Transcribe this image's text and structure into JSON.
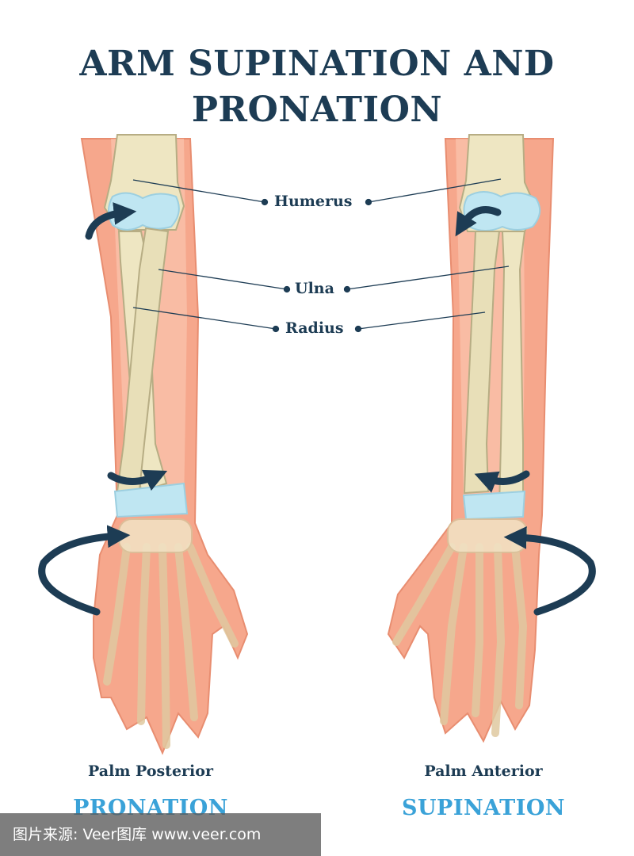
{
  "title": {
    "line1": "ARM SUPINATION AND",
    "line2": "PRONATION"
  },
  "labels": {
    "humerus": "Humerus",
    "ulna": "Ulna",
    "radius": "Radius"
  },
  "left": {
    "caption": "Palm Posterior",
    "motion": "PRONATION"
  },
  "right": {
    "caption": "Palm Anterior",
    "motion": "SUPINATION"
  },
  "watermark": "图片来源: Veer图库 www.veer.com",
  "colors": {
    "skin": "#f6a78c",
    "skin_light": "#fbcdb8",
    "bone": "#eee6c2",
    "bone_outline": "#b7ad84",
    "cartilage": "#bfe6f2",
    "arrow": "#1d3c54",
    "title": "#1d3c54",
    "motion_text": "#3aa2d8"
  },
  "icons": [
    "rotation-arrow-icon"
  ]
}
